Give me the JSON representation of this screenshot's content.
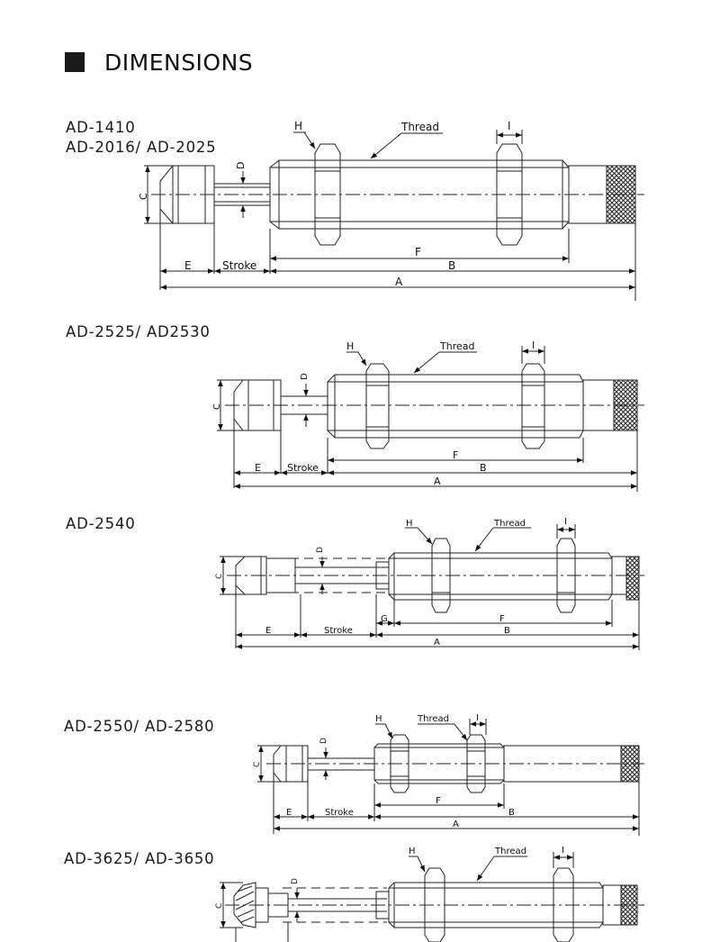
{
  "section": {
    "title": "DIMENSIONS"
  },
  "drawings": [
    {
      "models": [
        "AD-1410",
        "AD-2016/ AD-2025"
      ],
      "labels": {
        "h": "H",
        "thread": "Thread",
        "i": "I",
        "d": "D",
        "c": "C",
        "e": "E",
        "stroke": "Stroke",
        "f": "F",
        "b": "B",
        "a": "A"
      }
    },
    {
      "models": [
        "AD-2525/ AD2530"
      ],
      "labels": {
        "h": "H",
        "thread": "Thread",
        "i": "I",
        "d": "D",
        "c": "C",
        "e": "E",
        "stroke": "Stroke",
        "f": "F",
        "b": "B",
        "a": "A"
      }
    },
    {
      "models": [
        "AD-2540"
      ],
      "labels": {
        "h": "H",
        "thread": "Thread",
        "i": "I",
        "d": "D",
        "c": "C",
        "e": "E",
        "stroke": "Stroke",
        "g": "G",
        "f": "F",
        "b": "B",
        "a": "A"
      }
    },
    {
      "models": [
        "AD-2550/ AD-2580"
      ],
      "labels": {
        "h": "H",
        "thread": "Thread",
        "i": "I",
        "d": "D",
        "c": "C",
        "e": "E",
        "stroke": "Stroke",
        "f": "F",
        "b": "B",
        "a": "A"
      }
    },
    {
      "models": [
        "AD-3625/ AD-3650"
      ],
      "labels": {
        "h": "H",
        "thread": "Thread",
        "i": "I",
        "d": "D",
        "c": "C"
      }
    }
  ]
}
